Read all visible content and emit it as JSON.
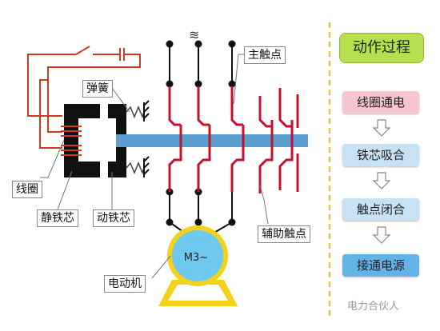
{
  "labels": {
    "main_contact": "主触点",
    "spring": "弹簧",
    "coil": "线圈",
    "static_core": "静铁芯",
    "moving_core": "动铁芯",
    "aux_contact": "辅助触点",
    "motor": "电动机"
  },
  "motor_text": "M3~",
  "wave_symbol": "≋",
  "process": {
    "title": "动作过程",
    "steps": [
      "线圈通电",
      "铁芯吸合",
      "触点闭合",
      "接通电源"
    ],
    "step_colors": [
      "#f8c6cf",
      "#c8e2f4",
      "#c8e2f4",
      "#62b4e8"
    ]
  },
  "watermark": "电力合伙人",
  "colors": {
    "circuit": "#d23a1f",
    "contact": "#c8102e",
    "core": "#111111",
    "bar": "#5a9fd0",
    "motor_fill": "#6ec8f0",
    "motor_ring": "#f2d21a",
    "divider": "#e5c64a"
  }
}
